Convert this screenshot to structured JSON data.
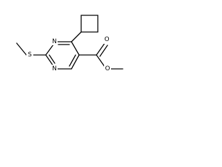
{
  "structure": {
    "atoms": {
      "ring_n1": "N",
      "ring_n3": "N",
      "thioether_s": "S",
      "ester_carbonyl_o": "O",
      "ester_ether_o": "O"
    }
  }
}
